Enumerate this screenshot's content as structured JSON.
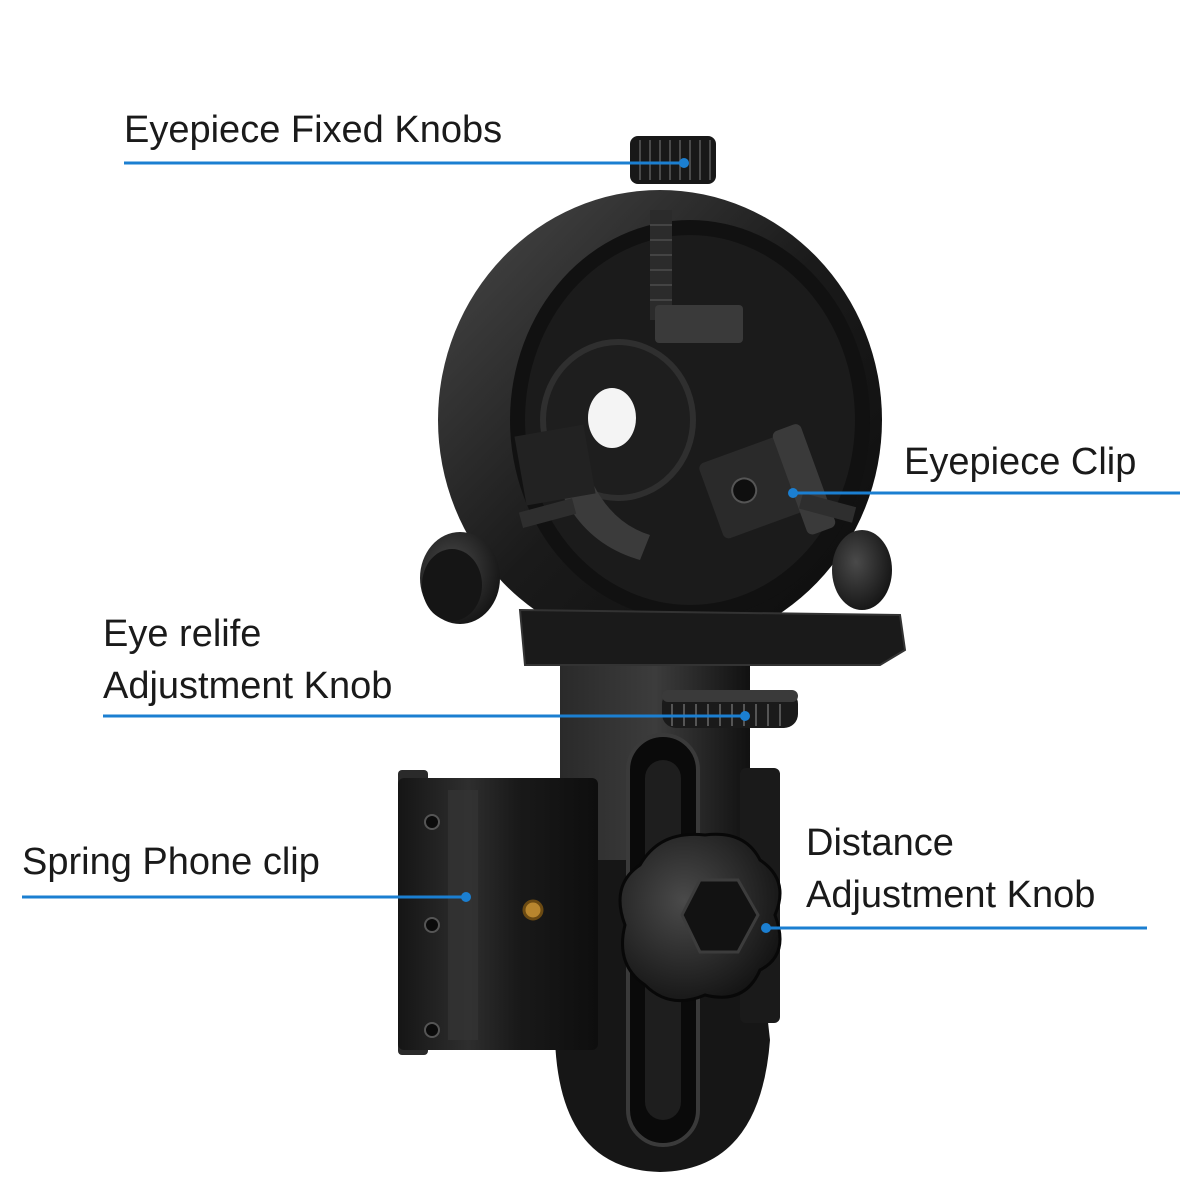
{
  "labels": {
    "eyepiece_fixed_knobs": "Eyepiece Fixed Knobs",
    "eyepiece_clip": "Eyepiece Clip",
    "eye_relief_line1": "Eye relife",
    "eye_relief_line2": "Adjustment Knob",
    "spring_phone_clip": "Spring Phone clip",
    "distance_line1": "Distance",
    "distance_line2": "Adjustment Knob"
  },
  "colors": {
    "leader_line": "#1b7fd1",
    "leader_dot": "#1b7fd1",
    "product_body": "#1c1c1c",
    "foam_pad": "#3a3a3a",
    "brass_insert": "#b8862e"
  },
  "icons": {
    "product": "smartphone-telescope-adapter"
  }
}
